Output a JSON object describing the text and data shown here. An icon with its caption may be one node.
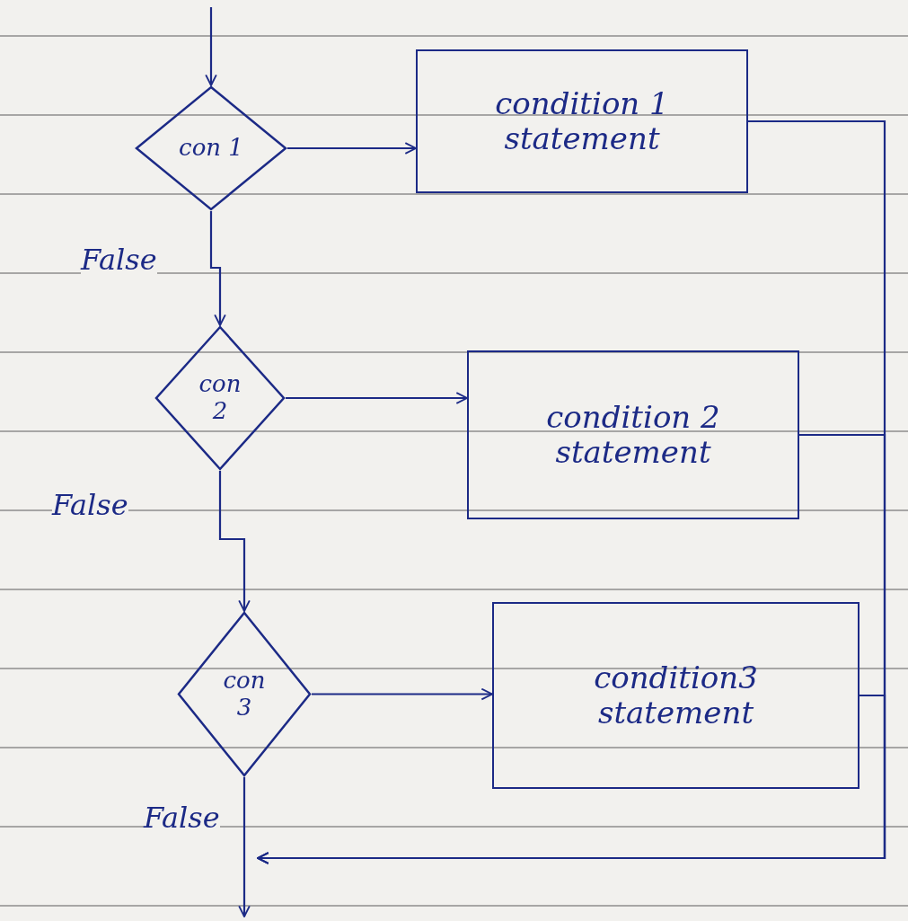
{
  "diagram": {
    "nodes": [
      {
        "text": [
          "con 1"
        ]
      },
      {
        "text": [
          "condition 1 statement"
        ]
      },
      {
        "text": [
          "con 2"
        ]
      },
      {
        "text": [
          "condition 2 statement"
        ]
      },
      {
        "text": [
          "con 3"
        ]
      },
      {
        "text": [
          "condition3 statement"
        ]
      }
    ],
    "edges": [
      {
        "from": null,
        "to": 0,
        "arrow": "to"
      },
      {
        "from": 0,
        "to": 1,
        "arrow": "to"
      },
      {
        "from": 0,
        "to": 2,
        "arrow": "to",
        "label": "False"
      },
      {
        "from": 2,
        "to": 3,
        "arrow": "to"
      },
      {
        "from": 2,
        "to": 4,
        "arrow": "to",
        "label": "False"
      },
      {
        "from": 4,
        "to": 5,
        "arrow": "to"
      },
      {
        "from": 4,
        "to": null,
        "arrow": "to",
        "label": "False"
      },
      {
        "from": 1,
        "to": null,
        "arrow": "to"
      },
      {
        "from": 3,
        "to": null,
        "arrow": "to"
      },
      {
        "from": 5,
        "to": null,
        "arrow": "to"
      }
    ]
  }
}
